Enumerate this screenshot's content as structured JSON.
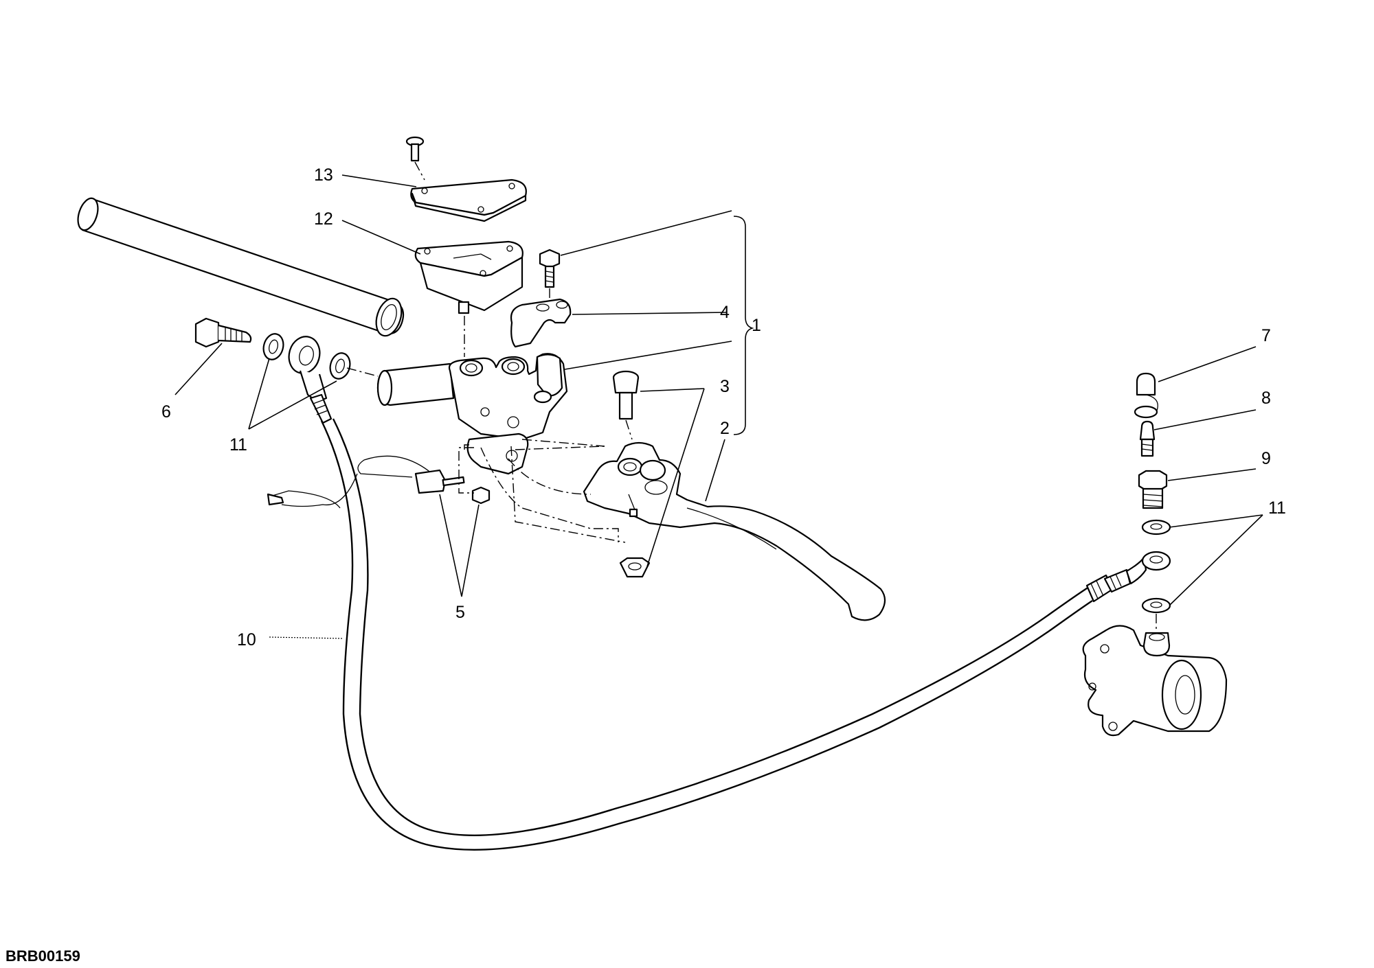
{
  "diagram": {
    "code": "BRB00159",
    "callouts": {
      "c1": "1",
      "c2": "2",
      "c3": "3",
      "c4": "4",
      "c5": "5",
      "c6": "6",
      "c7": "7",
      "c8": "8",
      "c9": "9",
      "c10": "10",
      "c11a": "11",
      "c11b": "11",
      "c12": "12",
      "c13": "13"
    }
  }
}
